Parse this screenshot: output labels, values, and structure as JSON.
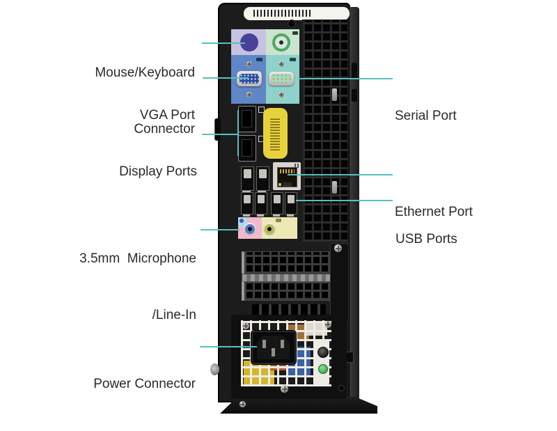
{
  "diagram": {
    "labels": {
      "mouse_keyboard": {
        "line1": "Mouse/Keyboard",
        "line2": "Connector"
      },
      "vga": {
        "line1": "VGA Port"
      },
      "display": {
        "line1": "Display Ports"
      },
      "mic": {
        "line1": "3.5mm  Microphone",
        "line2": "/Line-In"
      },
      "power": {
        "line1": "Power Connector"
      },
      "serial": {
        "line1": "Serial Port"
      },
      "ethernet": {
        "line1": "Ethernet Port"
      },
      "usb": {
        "line1": "USB Ports"
      }
    },
    "colors": {
      "accent": "#56c1c1",
      "label_text": "#2a2a2a",
      "chassis": "#1c1c1c",
      "ps2_mouse_tile": "#c6c2e2",
      "ps2_keyboard_tile": "#c9e4cf",
      "ps2_mouse_ring": "#49409a",
      "ps2_keyboard_ring": "#4fa661",
      "vga_tile": "#5f86c6",
      "serial_tile": "#8ed2cb",
      "ethernet_tile": "#d8d5ce",
      "mic_tile": "#f2b8cc",
      "mic_corner": "#aadcec",
      "mic_ring": "#5878c8",
      "lineout_tile": "#ece9b4",
      "lineout_ring": "#b6ba44",
      "sticker_yellow": "#e8d23c",
      "sticker_white": "#f5f3ee",
      "power_button_green": "#3fae4e"
    },
    "icons": {
      "keyboard": "tiny-glyph",
      "vga": "tiny-glyph",
      "serial": "tiny-glyph",
      "displayport_logo": "square-outline",
      "usb": "bar-glyph",
      "usb_ss": "bar-glyph",
      "ethernet": "dots-glyph",
      "microphone": "dot-glyph",
      "line_out": "dot-glyph",
      "barcode_top": "vertical-bars",
      "barcode_service_tag": "horizontal-bars"
    }
  }
}
